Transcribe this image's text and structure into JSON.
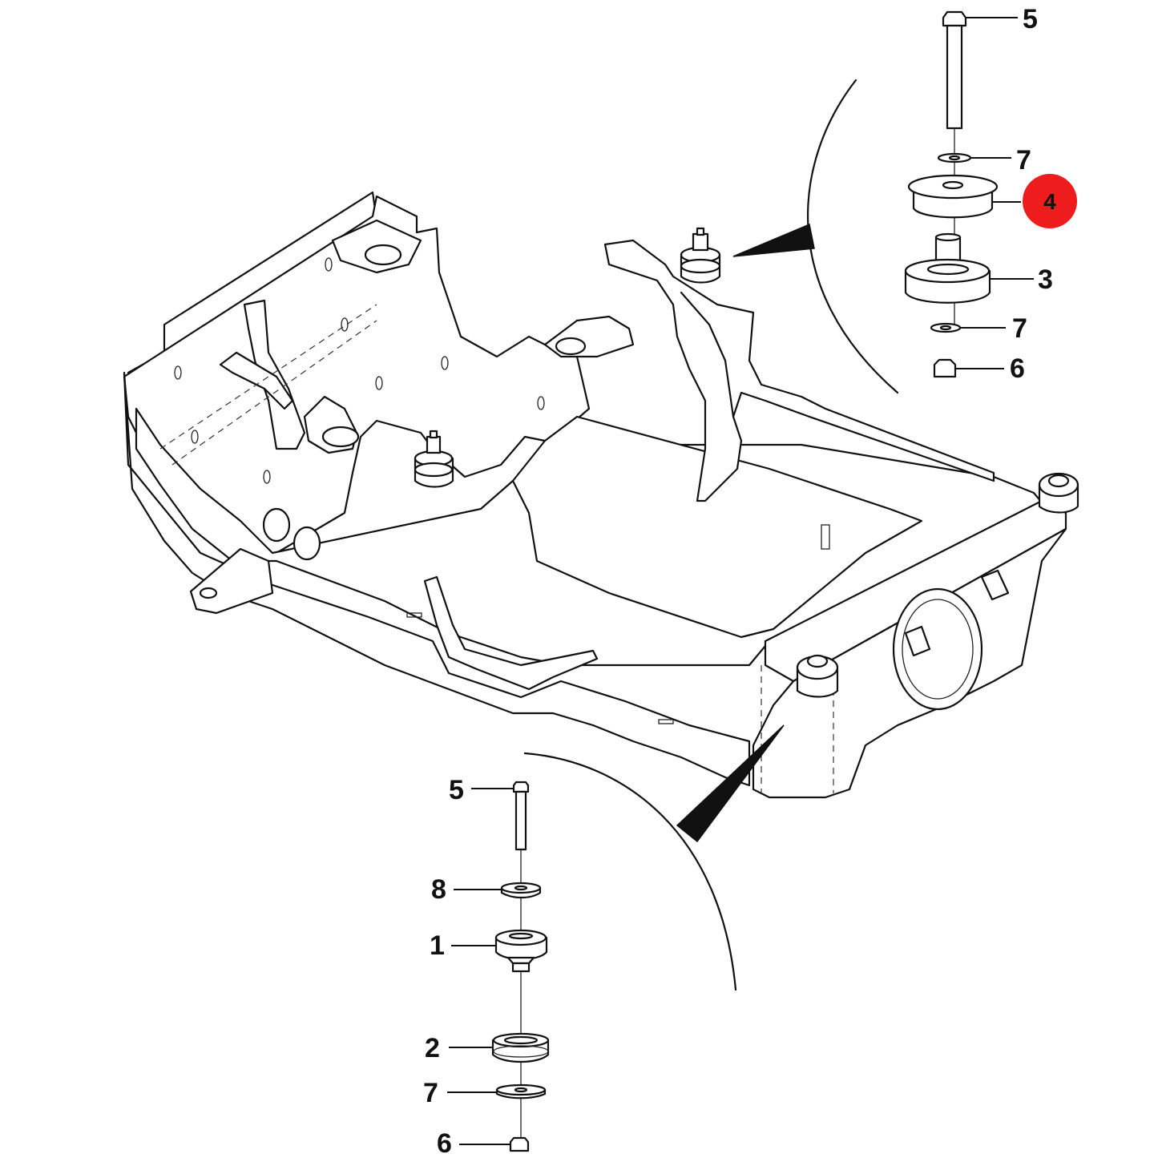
{
  "callouts": {
    "top_5": "5",
    "top_7a": "7",
    "top_4": "4",
    "top_3": "3",
    "top_7b": "7",
    "top_6": "6",
    "bot_5": "5",
    "bot_8": "8",
    "bot_1": "1",
    "bot_2": "2",
    "bot_7": "7",
    "bot_6": "6"
  },
  "highlight_color": "#ee1c1c"
}
